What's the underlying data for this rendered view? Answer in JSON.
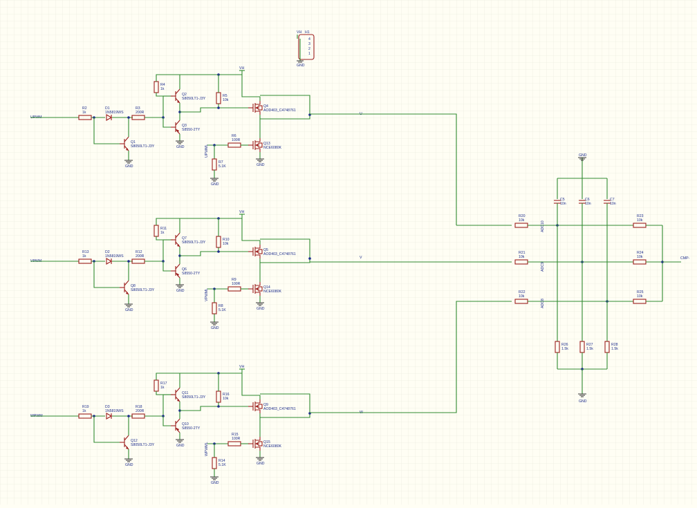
{
  "colors": {
    "background": "#fffef4",
    "grid": "#e4e4d6",
    "wire": "#2f8a2f",
    "component": "#9b1c1c",
    "label": "#1c2c8c"
  },
  "header": {
    "name": "H1",
    "pins": [
      "4",
      "3",
      "2",
      "1"
    ],
    "pin_label": "VH"
  },
  "gnd_label": "GND",
  "vh_label": "VH",
  "channels": [
    {
      "input_net": "UPWM",
      "gate_net": "UPWML",
      "phase_net": "U",
      "r_in": {
        "ref": "R2",
        "val": "1k"
      },
      "diode": {
        "ref": "D1",
        "val": "1N5819WS"
      },
      "r_drv": {
        "ref": "R3",
        "val": "200R"
      },
      "q_low": {
        "ref": "Q1",
        "val": "S8050LT1-J3Y"
      },
      "q_npn": {
        "ref": "Q2",
        "val": "S8050LT1-J3Y"
      },
      "q_pnp": {
        "ref": "Q3",
        "val": "S8550-2TY"
      },
      "r_bias": {
        "ref": "R4",
        "val": "1k"
      },
      "r_pull": {
        "ref": "R5",
        "val": "10k"
      },
      "q_high": {
        "ref": "Q4",
        "val": "AOD403_C4748761"
      },
      "r_gate": {
        "ref": "R6",
        "val": "100R"
      },
      "r_pd": {
        "ref": "R7",
        "val": "5.1K"
      },
      "q_lowfet": {
        "ref": "Q13",
        "val": "NCE6080K"
      }
    },
    {
      "input_net": "VPWM",
      "gate_net": "VPWML",
      "phase_net": "V",
      "r_in": {
        "ref": "R13",
        "val": "1k"
      },
      "diode": {
        "ref": "D2",
        "val": "1N5819WS"
      },
      "r_drv": {
        "ref": "R12",
        "val": "200R"
      },
      "q_low": {
        "ref": "Q8",
        "val": "S8050LT1-J3Y"
      },
      "q_npn": {
        "ref": "Q7",
        "val": "S8050LT1-J3Y"
      },
      "q_pnp": {
        "ref": "Q6",
        "val": "S8550-2TY"
      },
      "r_bias": {
        "ref": "R11",
        "val": "1k"
      },
      "r_pull": {
        "ref": "R10",
        "val": "10k"
      },
      "q_high": {
        "ref": "Q5",
        "val": "AOD403_C4748761"
      },
      "r_gate": {
        "ref": "R9",
        "val": "100R"
      },
      "r_pd": {
        "ref": "R8",
        "val": "5.1K"
      },
      "q_lowfet": {
        "ref": "Q14",
        "val": "NCE6080K"
      }
    },
    {
      "input_net": "WPWM",
      "gate_net": "WPWML",
      "phase_net": "W",
      "r_in": {
        "ref": "R19",
        "val": "1k"
      },
      "diode": {
        "ref": "D3",
        "val": "1N5819WS"
      },
      "r_drv": {
        "ref": "R18",
        "val": "200R"
      },
      "q_low": {
        "ref": "Q12",
        "val": "S8050LT1-J3Y"
      },
      "q_npn": {
        "ref": "Q11",
        "val": "S8050LT1-J3Y"
      },
      "q_pnp": {
        "ref": "Q10",
        "val": "S8550-2TY"
      },
      "r_bias": {
        "ref": "R17",
        "val": "1k"
      },
      "r_pull": {
        "ref": "R16",
        "val": "10k"
      },
      "q_high": {
        "ref": "Q9",
        "val": "AOD403_C4748761"
      },
      "r_gate": {
        "ref": "R15",
        "val": "100R"
      },
      "r_pd": {
        "ref": "R14",
        "val": "5.1K"
      },
      "q_lowfet": {
        "ref": "Q15",
        "val": "NCE6080K"
      }
    }
  ],
  "sense": {
    "series_left": [
      {
        "ref": "R20",
        "val": "10k"
      },
      {
        "ref": "R21",
        "val": "10k"
      },
      {
        "ref": "R22",
        "val": "10k"
      }
    ],
    "series_right": [
      {
        "ref": "R23",
        "val": "10k"
      },
      {
        "ref": "R24",
        "val": "10k"
      },
      {
        "ref": "R25",
        "val": "10k"
      }
    ],
    "caps": [
      {
        "ref": "C5",
        "val": "10n"
      },
      {
        "ref": "C6",
        "val": "10n"
      },
      {
        "ref": "C7",
        "val": "10n"
      }
    ],
    "pulldowns": [
      {
        "ref": "R26",
        "val": "1.5k"
      },
      {
        "ref": "R27",
        "val": "1.5k"
      },
      {
        "ref": "R28",
        "val": "1.5k"
      }
    ],
    "adc_nets": [
      "ADC10",
      "ADC9",
      "ADC8"
    ],
    "out_net": "CMP-"
  }
}
